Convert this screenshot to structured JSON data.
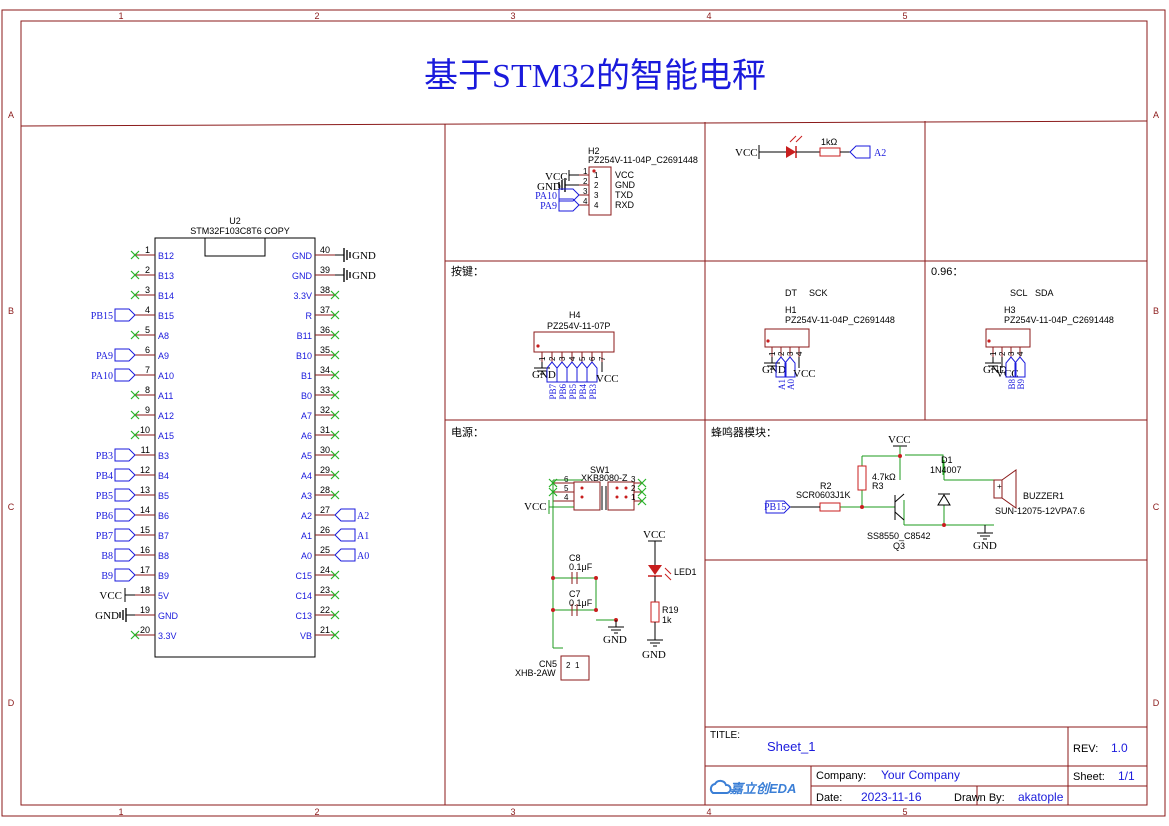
{
  "title": "基于STM32的智能电秤",
  "frame": {
    "cols": [
      "1",
      "2",
      "3",
      "4",
      "5"
    ],
    "rows": [
      "A",
      "B",
      "C",
      "D"
    ]
  },
  "mcu": {
    "ref": "U2",
    "part": "STM32F103C8T6 COPY",
    "left_pins": [
      {
        "num": "1",
        "name": "B12",
        "net": ""
      },
      {
        "num": "2",
        "name": "B13",
        "net": ""
      },
      {
        "num": "3",
        "name": "B14",
        "net": ""
      },
      {
        "num": "4",
        "name": "B15",
        "net": "PB15"
      },
      {
        "num": "5",
        "name": "A8",
        "net": ""
      },
      {
        "num": "6",
        "name": "A9",
        "net": "PA9"
      },
      {
        "num": "7",
        "name": "A10",
        "net": "PA10"
      },
      {
        "num": "8",
        "name": "A11",
        "net": ""
      },
      {
        "num": "9",
        "name": "A12",
        "net": ""
      },
      {
        "num": "10",
        "name": "A15",
        "net": ""
      },
      {
        "num": "11",
        "name": "B3",
        "net": "PB3"
      },
      {
        "num": "12",
        "name": "B4",
        "net": "PB4"
      },
      {
        "num": "13",
        "name": "B5",
        "net": "PB5"
      },
      {
        "num": "14",
        "name": "B6",
        "net": "PB6"
      },
      {
        "num": "15",
        "name": "B7",
        "net": "PB7"
      },
      {
        "num": "16",
        "name": "B8",
        "net": "B8"
      },
      {
        "num": "17",
        "name": "B9",
        "net": "B9"
      },
      {
        "num": "18",
        "name": "5V",
        "net": "VCC"
      },
      {
        "num": "19",
        "name": "GND",
        "net": "GND"
      },
      {
        "num": "20",
        "name": "3.3V",
        "net": ""
      }
    ],
    "right_pins": [
      {
        "num": "40",
        "name": "GND",
        "net": "GND"
      },
      {
        "num": "39",
        "name": "GND",
        "net": "GND"
      },
      {
        "num": "38",
        "name": "3.3V",
        "net": ""
      },
      {
        "num": "37",
        "name": "R",
        "net": ""
      },
      {
        "num": "36",
        "name": "B11",
        "net": ""
      },
      {
        "num": "35",
        "name": "B10",
        "net": ""
      },
      {
        "num": "34",
        "name": "B1",
        "net": ""
      },
      {
        "num": "33",
        "name": "B0",
        "net": ""
      },
      {
        "num": "32",
        "name": "A7",
        "net": ""
      },
      {
        "num": "31",
        "name": "A6",
        "net": ""
      },
      {
        "num": "30",
        "name": "A5",
        "net": ""
      },
      {
        "num": "29",
        "name": "A4",
        "net": ""
      },
      {
        "num": "28",
        "name": "A3",
        "net": ""
      },
      {
        "num": "27",
        "name": "A2",
        "net": "A2"
      },
      {
        "num": "26",
        "name": "A1",
        "net": "A1"
      },
      {
        "num": "25",
        "name": "A0",
        "net": "A0"
      },
      {
        "num": "24",
        "name": "C15",
        "net": ""
      },
      {
        "num": "23",
        "name": "C14",
        "net": ""
      },
      {
        "num": "22",
        "name": "C13",
        "net": ""
      },
      {
        "num": "21",
        "name": "VB",
        "net": ""
      }
    ]
  },
  "h2": {
    "ref": "H2",
    "part": "PZ254V-11-04P_C2691448",
    "pins": [
      "1",
      "2",
      "3",
      "4"
    ],
    "names": [
      "VCC",
      "GND",
      "TXD",
      "RXD"
    ],
    "nets": [
      "VCC",
      "GND",
      "PA10",
      "PA9"
    ]
  },
  "led_top": {
    "res_value": "1kΩ",
    "net_left": "VCC",
    "net_right": "A2"
  },
  "keys": {
    "label": "按键：",
    "ref": "H4",
    "part": "PZ254V-11-07P",
    "pins": [
      "1",
      "2",
      "3",
      "4",
      "5",
      "6",
      "7"
    ],
    "nets": [
      "PB7",
      "PB6",
      "PB5",
      "PB4",
      "PB3"
    ],
    "gnd": "GND",
    "vcc": "VCC"
  },
  "hx": {
    "header_labels": [
      "DT",
      "SCK"
    ],
    "ref": "H1",
    "part": "PZ254V-11-04P_C2691448",
    "pins": [
      "1",
      "2",
      "3",
      "4"
    ],
    "nets": [
      "A1",
      "A0"
    ],
    "gnd": "GND",
    "vcc": "VCC"
  },
  "oled": {
    "label": "0.96：",
    "header_labels": [
      "SCL",
      "SDA"
    ],
    "ref": "H3",
    "part": "PZ254V-11-04P_C2691448",
    "pins": [
      "1",
      "2",
      "3",
      "4"
    ],
    "nets": [
      "B8",
      "B9"
    ],
    "gnd": "GND",
    "vcc": "VCC"
  },
  "power": {
    "label": "电源：",
    "sw_ref": "SW1",
    "sw_part": "XKB8080-Z",
    "sw_left_pins": [
      "6",
      "5",
      "4"
    ],
    "sw_right_pins": [
      "3",
      "2",
      "1"
    ],
    "vcc": "VCC",
    "c8_ref": "C8",
    "c8_val": "0.1μF",
    "c7_ref": "C7",
    "c7_val": "0.1μF",
    "gnd": "GND",
    "cn_ref": "CN5",
    "cn_part": "XHB-2AW",
    "cn_pins": [
      "2",
      "1"
    ],
    "led_vcc": "VCC",
    "led_ref": "LED1",
    "r_ref": "R19",
    "r_val": "1k",
    "led_gnd": "GND"
  },
  "buzzer": {
    "label": "蜂鸣器模块：",
    "vcc": "VCC",
    "r3_ref": "R3",
    "r3_val": "4.7kΩ",
    "r2_ref": "R2",
    "r2_part": "SCR0603J1K",
    "net_in": "PB15",
    "q_part": "SS8550_C8542",
    "q_ref": "Q3",
    "d_ref": "D1",
    "d_part": "1N4007",
    "bz_ref": "BUZZER1",
    "bz_part": "SUN-12075-12VPA7.6",
    "gnd": "GND"
  },
  "title_block": {
    "title_label": "TITLE:",
    "title_value": "Sheet_1",
    "rev_label": "REV:",
    "rev_value": "1.0",
    "company_label": "Company:",
    "company_value": "Your Company",
    "sheet_label": "Sheet:",
    "sheet_value": "1/1",
    "date_label": "Date:",
    "date_value": "2023-11-16",
    "drawn_label": "Drawn By:",
    "drawn_value": "akatople",
    "logo_text": "嘉立创EDA"
  },
  "colors": {
    "frame": "#8b1a1a",
    "wire": "#1e9b1e",
    "pin_name": "#1a1adc",
    "net": "#1a1adc",
    "part": "#000000",
    "nc": "#28b428",
    "title": "#1a1adc",
    "junction": "#c81e1e",
    "led": "#c81e1e"
  },
  "icons": [
    "cloud-logo-icon",
    "ground-symbol-icon",
    "power-flag-icon",
    "net-port-icon",
    "no-connect-icon",
    "resistor-icon",
    "capacitor-icon",
    "led-icon",
    "diode-icon",
    "transistor-icon",
    "buzzer-icon",
    "switch-icon",
    "header-connector-icon"
  ]
}
